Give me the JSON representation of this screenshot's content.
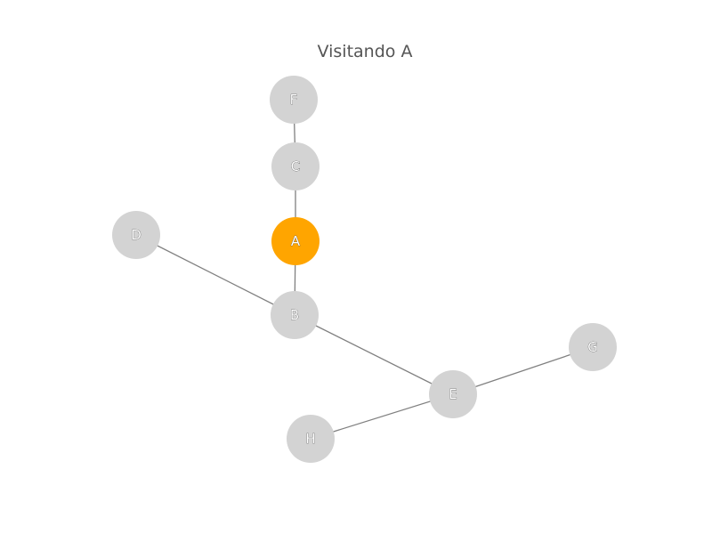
{
  "title": "Visitando A",
  "colors": {
    "visiting": "#FFA500",
    "default_node": "#D3D3D3",
    "edge": "#808080"
  },
  "graph": {
    "nodes": [
      {
        "id": "A",
        "label": "A",
        "state": "visiting"
      },
      {
        "id": "B",
        "label": "B",
        "state": "default"
      },
      {
        "id": "C",
        "label": "C",
        "state": "default"
      },
      {
        "id": "D",
        "label": "D",
        "state": "default"
      },
      {
        "id": "E",
        "label": "E",
        "state": "default"
      },
      {
        "id": "F",
        "label": "F",
        "state": "default"
      },
      {
        "id": "G",
        "label": "G",
        "state": "default"
      },
      {
        "id": "H",
        "label": "H",
        "state": "default"
      }
    ],
    "edges": [
      {
        "from": "F",
        "to": "C"
      },
      {
        "from": "C",
        "to": "A"
      },
      {
        "from": "A",
        "to": "B"
      },
      {
        "from": "D",
        "to": "B"
      },
      {
        "from": "B",
        "to": "E"
      },
      {
        "from": "E",
        "to": "G"
      },
      {
        "from": "E",
        "to": "H"
      }
    ]
  }
}
